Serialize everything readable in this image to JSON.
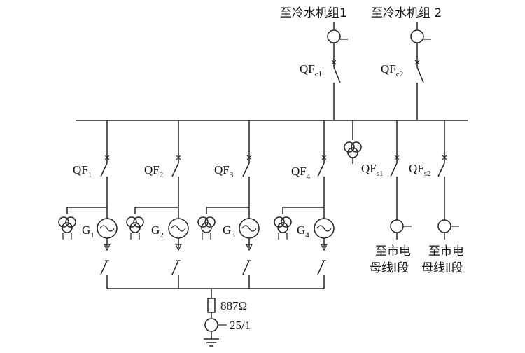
{
  "feeders_top": [
    {
      "dest": "至冷水机组1",
      "breaker": "QF",
      "sub": "c1"
    },
    {
      "dest": "至冷水机组 2",
      "breaker": "QF",
      "sub": "c2"
    }
  ],
  "generator_feeders": [
    {
      "breaker": "QF",
      "sub": "1",
      "gen": "G",
      "gen_sub": "1"
    },
    {
      "breaker": "QF",
      "sub": "2",
      "gen": "G",
      "gen_sub": "2"
    },
    {
      "breaker": "QF",
      "sub": "3",
      "gen": "G",
      "gen_sub": "3"
    },
    {
      "breaker": "QF",
      "sub": "4",
      "gen": "G",
      "gen_sub": "4"
    }
  ],
  "bus_feeders": [
    {
      "breaker": "QF",
      "sub": "s1",
      "dest_line1": "至市电",
      "dest_line2": "母线Ⅰ段"
    },
    {
      "breaker": "QF",
      "sub": "s2",
      "dest_line1": "至市电",
      "dest_line2": "母线Ⅱ段"
    }
  ],
  "grounding": {
    "resistor": "887Ω",
    "ct_ratio": "25/1"
  }
}
